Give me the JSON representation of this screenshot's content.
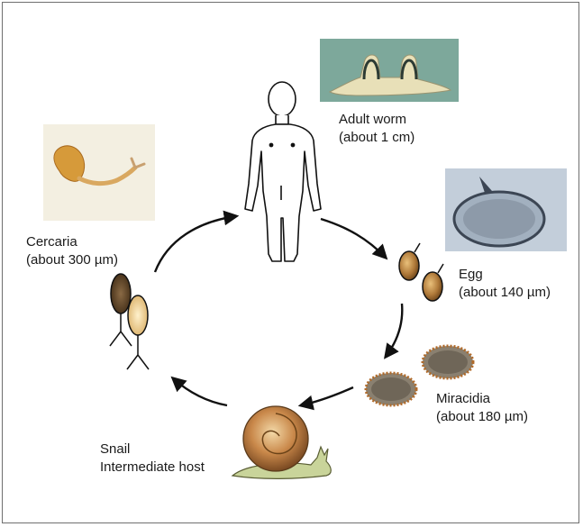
{
  "diagram": {
    "stages": [
      {
        "id": "adult-worm",
        "name": "Adult worm",
        "size": "(about 1 cm)"
      },
      {
        "id": "egg",
        "name": "Egg",
        "size": "(about 140 µm)"
      },
      {
        "id": "miracidia",
        "name": "Miracidia",
        "size": "(about 180 µm)"
      },
      {
        "id": "snail",
        "name": "Snail",
        "size": "Intermediate host"
      },
      {
        "id": "cercaria",
        "name": "Cercaria",
        "size": "(about 300 µm)"
      }
    ]
  }
}
